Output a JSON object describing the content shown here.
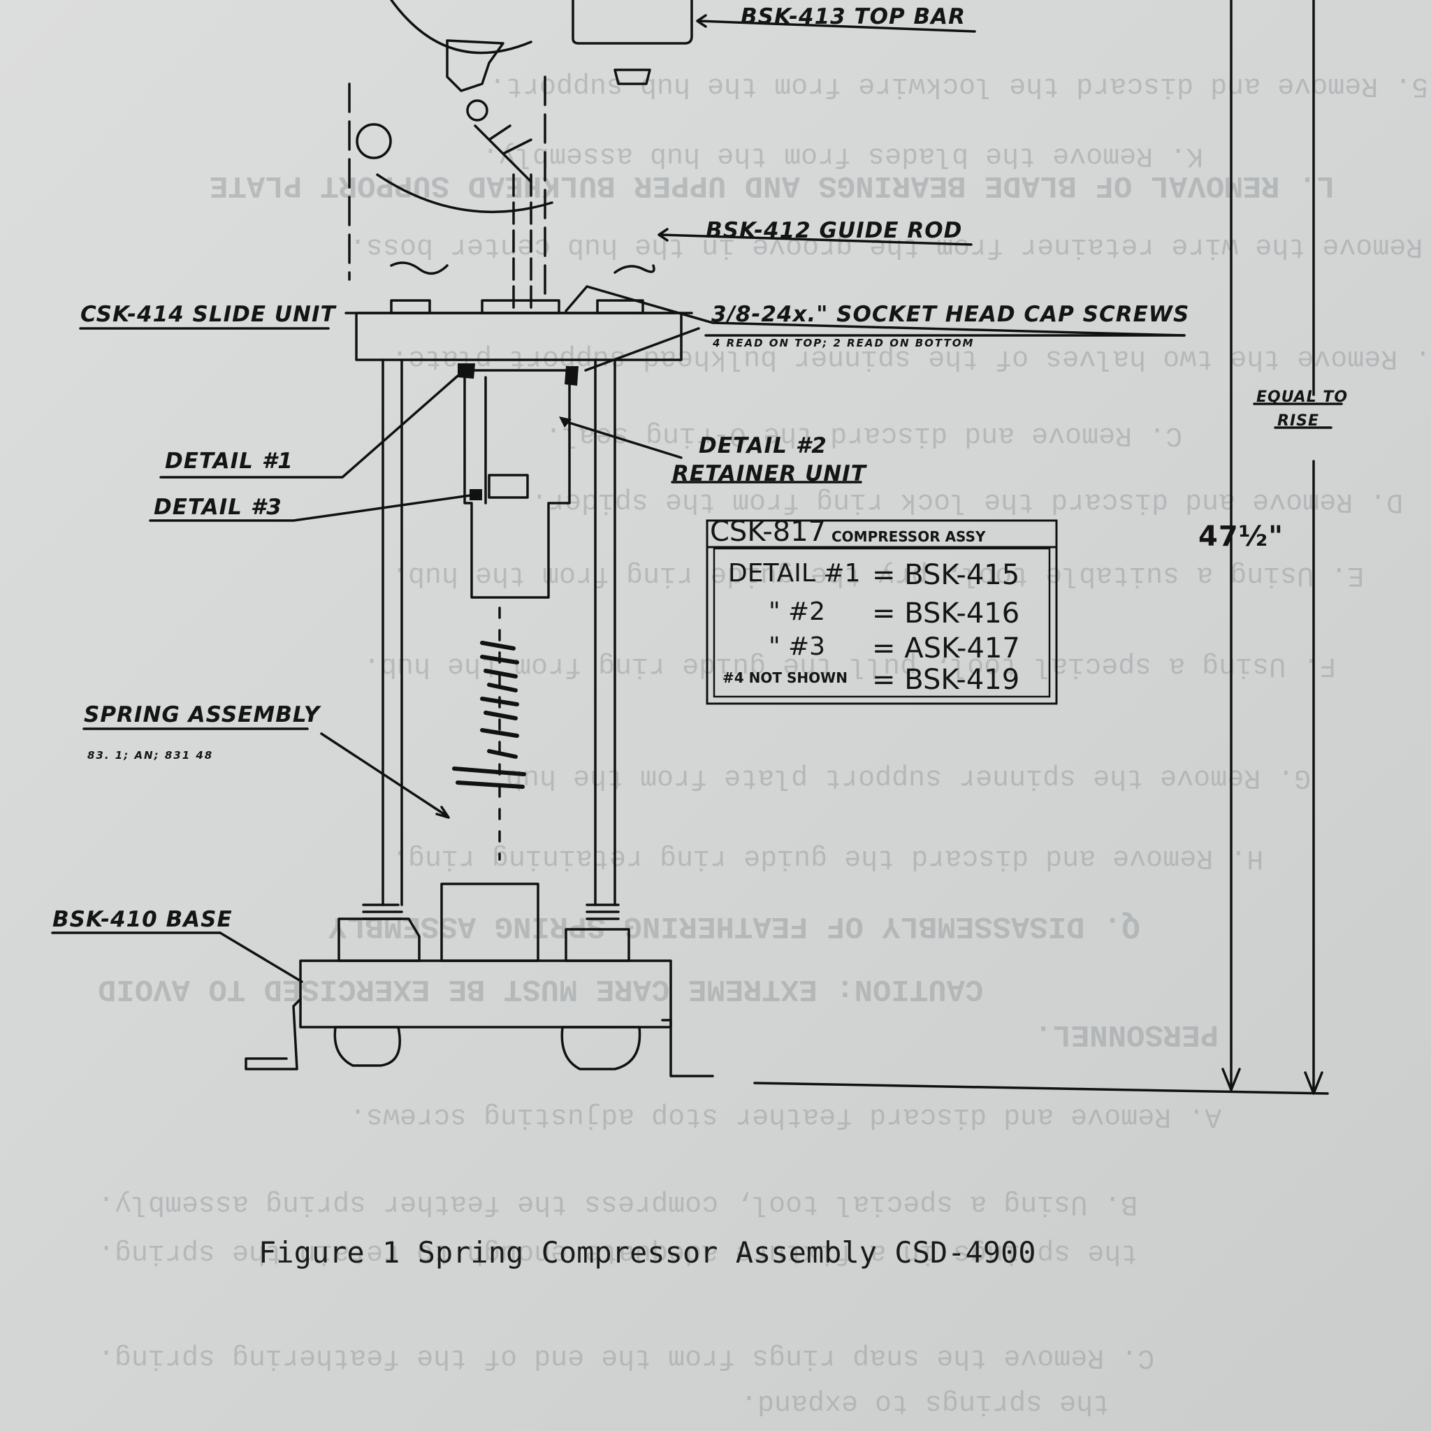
{
  "labels": {
    "top_bar": "BSK-413 TOP BAR",
    "guide_rod": "BSK-412 GUIDE ROD",
    "slide_unit": "CSK-414 SLIDE UNIT",
    "cap_screws": "3/8-24x.\" SOCKET HEAD CAP SCREWS",
    "cap_screws_note": "4 READ ON TOP; 2 READ ON BOTTOM",
    "detail_1": "DETAIL #1",
    "detail_2": "DETAIL #2",
    "retainer_unit": "RETAINER UNIT",
    "detail_3": "DETAIL #3",
    "spring_assembly": "SPRING ASSEMBLY",
    "spring_note": "83. 1; AN; 831 48",
    "base": "BSK-410 BASE",
    "equal_to": "EQUAL TO",
    "rise": "RISE",
    "height": "47½\""
  },
  "parts_box": {
    "title": "CSK-817",
    "subtitle": "COMPRESSOR ASSY",
    "rows": [
      {
        "left": "DETAIL #1",
        "right": "= BSK-415"
      },
      {
        "left": "\" #2",
        "right": "= BSK-416"
      },
      {
        "left": "\" #3",
        "right": "= ASK-417"
      },
      {
        "left": "#4 NOT SHOWN",
        "right": "= BSK-419"
      }
    ]
  },
  "caption": "Figure 1   Spring Compressor Assembly CSD-4900",
  "bleed_text": [
    "5. Remove and discard the lockwire from the hub support.",
    "K. Remove the blades from the hub assembly.",
    "L. REMOVAL OF BLADE BEARINGS AND UPPER BULKHEAD SUPPORT PLATE",
    "A. Remove the wire retainer from the groove in the hub center boss.",
    "B. Remove the two halves of the spinner bulkhead support plate.",
    "C. Remove and discard the O-ring seal.",
    "D. Remove and discard the lock ring from the spider.",
    "E. Using a suitable tool, pry the guide ring from the hub.",
    "F. Using a special tool, pull the guide ring from the hub.",
    "G. Remove the spinner support plate from the hub.",
    "H. Remove and discard the guide ring retaining ring.",
    "Q. DISASSEMBLY OF FEATHERING SPRING ASSEMBLY",
    "CAUTION: EXTREME CARE MUST BE EXERCISED TO AVOID",
    "PERSONNEL.",
    "A. Remove and discard feather stop adjusting screws.",
    "B. Using a special tool, compress the feather spring assembly.",
    "the springs in a fixture adequate enough to retain the spring.",
    "C. Remove the snap rings from the end of the feathering spring.",
    "the springs to expand."
  ],
  "colors": {
    "paper": "#d7d8d8",
    "ink": "#141414",
    "bleed": "#9da1a2"
  }
}
